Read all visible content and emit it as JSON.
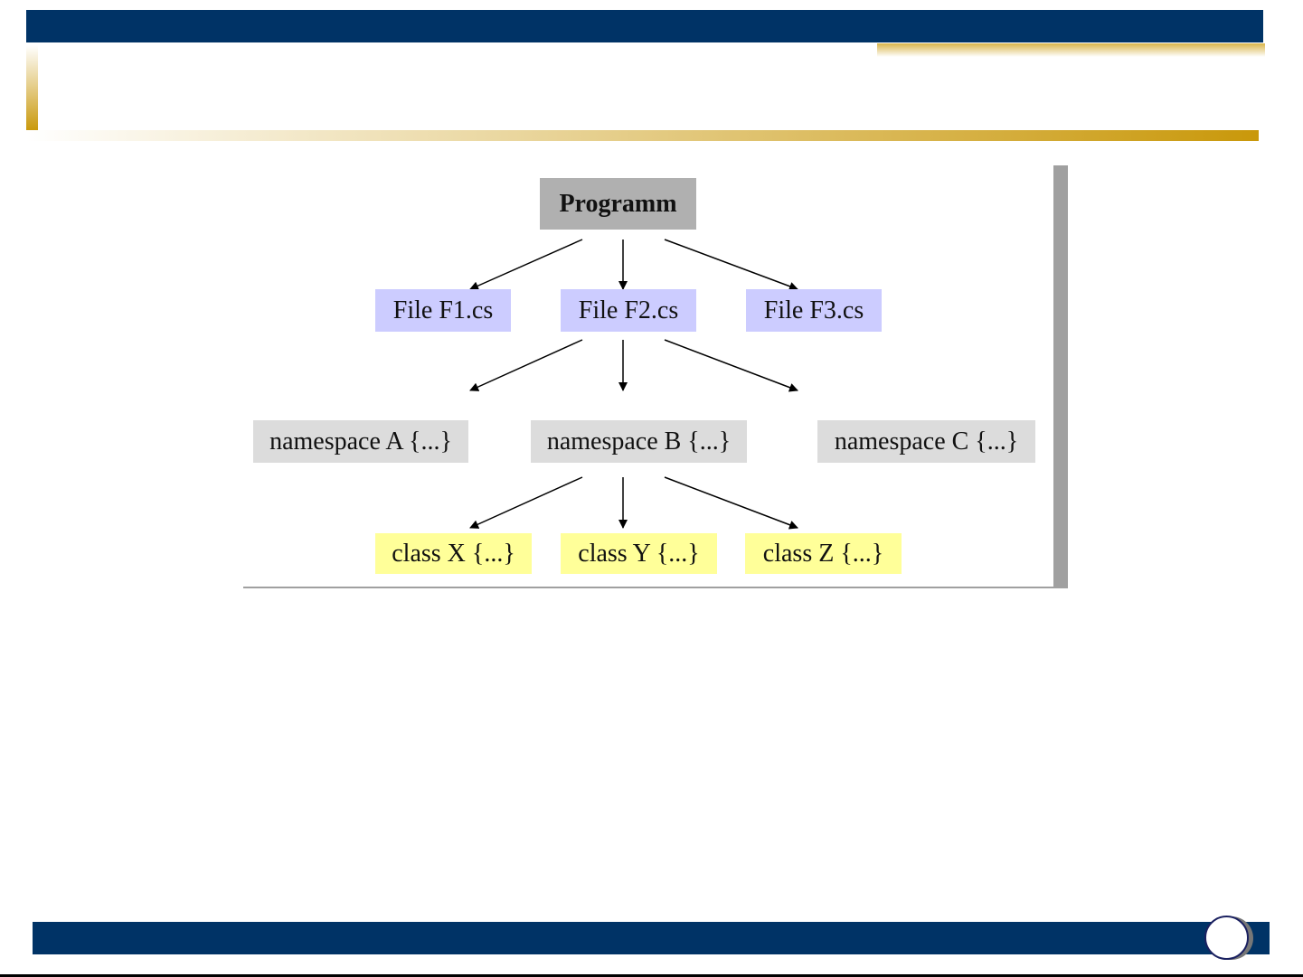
{
  "diagram": {
    "root": "Programm",
    "files": [
      "File F1.cs",
      "File F2.cs",
      "File F3.cs"
    ],
    "namespaces": [
      "namespace A {...}",
      "namespace B {...}",
      "namespace C {...}"
    ],
    "classes": [
      "class X {...}",
      "class Y {...}",
      "class Z {...}"
    ]
  },
  "colors": {
    "header": "#003366",
    "accent": "#c9980a",
    "root": "#b0b0b0",
    "file": "#ccccff",
    "namespace": "#dcdcdc",
    "class": "#ffff99"
  }
}
